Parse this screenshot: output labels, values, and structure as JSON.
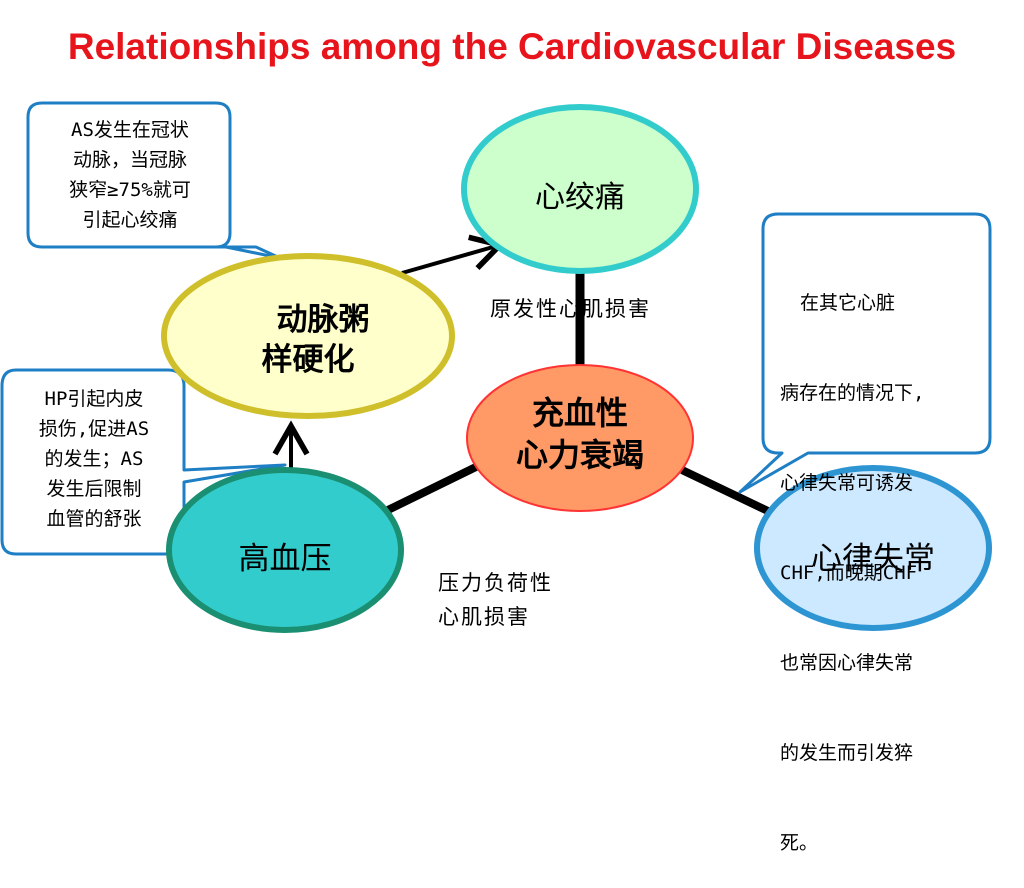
{
  "title": "Relationships among the Cardiovascular Diseases",
  "nodes": {
    "angina": "心绞痛",
    "atherosclerosis_line1": "动脉粥",
    "atherosclerosis_line2": "样硬化",
    "chf_line1": "充血性",
    "chf_line2": "心力衰竭",
    "hypertension": "高血压",
    "arrhythmia": "心律失常"
  },
  "edge_labels": {
    "primary_line1": "原发性",
    "primary_line2": "心肌损害",
    "pressure_line1": "压力负荷性",
    "pressure_line2": "心肌损害"
  },
  "callouts": {
    "as_angina": [
      "AS发生在冠状",
      "动脉，当冠脉",
      "狭窄≥75%就可",
      "引起心绞痛"
    ],
    "hp_as": [
      "HP引起内皮",
      "损伤,促进AS",
      "的发生；AS",
      "发生后限制",
      "血管的舒张"
    ],
    "arrhythmia_chf": [
      "  在其它心脏",
      "病存在的情况下,",
      "心律失常可诱发",
      "CHF,而晚期CHF",
      "也常因心律失常",
      "的发生而引发猝",
      "死。"
    ]
  },
  "colors": {
    "title": "#e8141c",
    "angina_fill": "#ccffcc",
    "angina_border": "#33cccc",
    "atherosclerosis_fill": "#ffffcc",
    "atherosclerosis_border": "#cfbf2a",
    "chf_fill": "#ff9966",
    "chf_border": "#ff3333",
    "hypertension_fill": "#33cccc",
    "hypertension_border": "#1b8f72",
    "arrhythmia_fill": "#cce9ff",
    "arrhythmia_border": "#2e95d3",
    "callout_border": "#1f7fc4"
  }
}
